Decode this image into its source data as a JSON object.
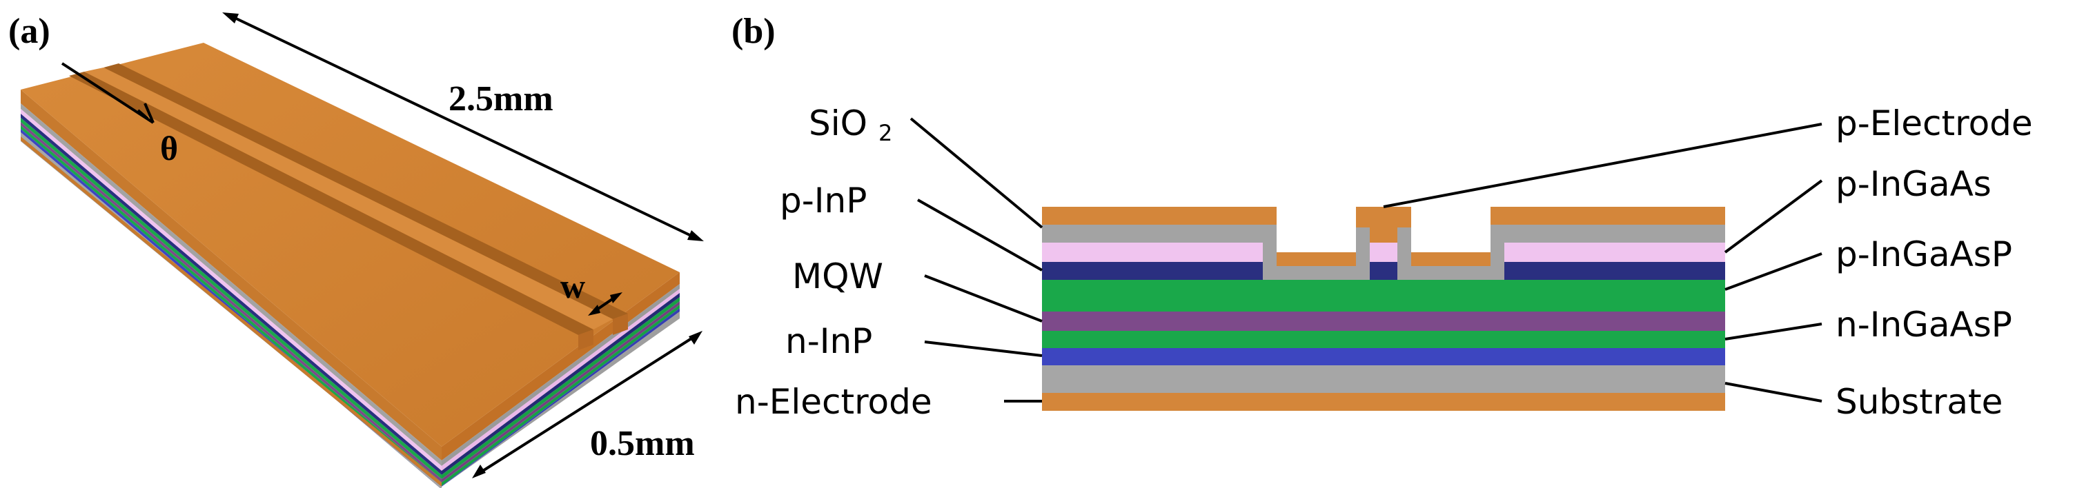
{
  "panel_a": {
    "label": "(a)",
    "length_label": "2.5mm",
    "width_label": "0.5mm",
    "angle_label": "θ",
    "ridge_width_label": "w"
  },
  "panel_b": {
    "label": "(b)",
    "left_labels": {
      "sio2_main": "SiO",
      "sio2_sub": "2",
      "p_inp": "p-InP",
      "mqw": "MQW",
      "n_inp": "n-InP",
      "n_electrode": "n-Electrode"
    },
    "right_labels": {
      "p_electrode": "p-Electrode",
      "p_ingaas": "p-InGaAs",
      "p_ingaasp": "p-InGaAsP",
      "n_ingaasp": "n-InGaAsP",
      "substrate": "Substrate"
    }
  },
  "colors": {
    "electrode": "#d4863a",
    "sio2": "#a3a3a3",
    "p_ingaas": "#f0c4ef",
    "p_ingaasp": "#2a2f80",
    "ingaasp_green": "#1aa84a",
    "mqw": "#7d4a8a",
    "n_inp": "#3d46c0",
    "substrate": "#a6a6a6"
  }
}
